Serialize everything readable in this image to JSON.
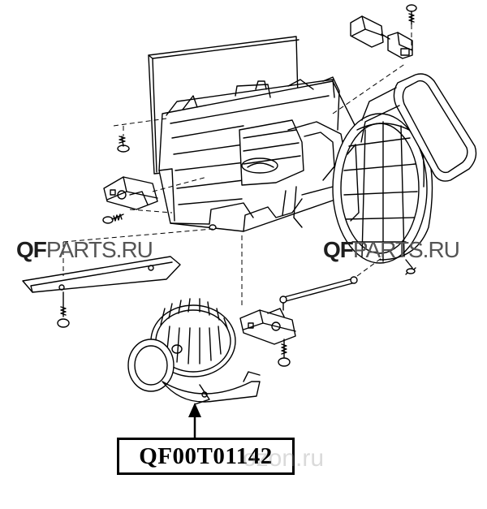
{
  "watermarks": {
    "left": {
      "bold": "QF",
      "light": "PARTS.RU"
    },
    "right": {
      "bold": "QF",
      "light": "PARTS.RU"
    },
    "faint_bottom": "ozon.ru"
  },
  "part_number": "QF00T01142",
  "colors": {
    "line": "#000000",
    "background": "#ffffff",
    "watermark": "#1e1e1e"
  }
}
